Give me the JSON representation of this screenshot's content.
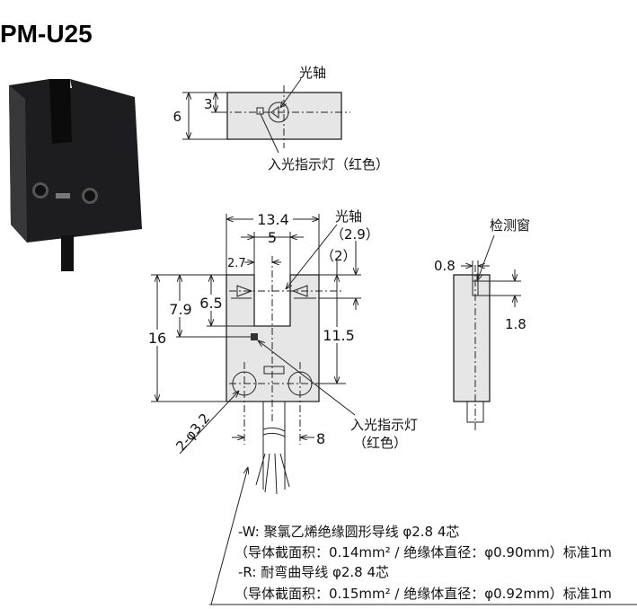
{
  "title": "PM-U25",
  "top_view": {
    "dim_height": "6",
    "dim_axis": "3",
    "label_axis": "光轴",
    "label_indicator": "入光指示灯（红色）"
  },
  "front_view": {
    "dim_width": "13.4",
    "dim_slot": "5",
    "dim_edge": "2.7",
    "dim_total_height": "16",
    "dim_indicator": "7.9",
    "dim_slot_depth": "6.5",
    "dim_mount": "11.5",
    "dim_axis_ref": "（2.9）",
    "dim_top_ref": "（2）",
    "dim_hole_pitch": "8",
    "dim_holes": "2-φ3.2",
    "label_axis": "光轴",
    "label_indicator_line1": "入光指示灯",
    "label_indicator_line2": "（红色）"
  },
  "side_view": {
    "label_window": "检测窗",
    "dim_window_width": "0.8",
    "dim_window_height": "1.8"
  },
  "cable_notes": [
    "-W:  聚氯乙烯绝缘圆形导线 φ2.8 4芯",
    "（导体截面积：0.14mm² / 绝缘体直径：φ0.90mm）标准1m",
    "-R:   耐弯曲导线 φ2.8 4芯",
    "（导体截面积：0.15mm² / 绝缘体直径：φ0.92mm）标准1m"
  ]
}
